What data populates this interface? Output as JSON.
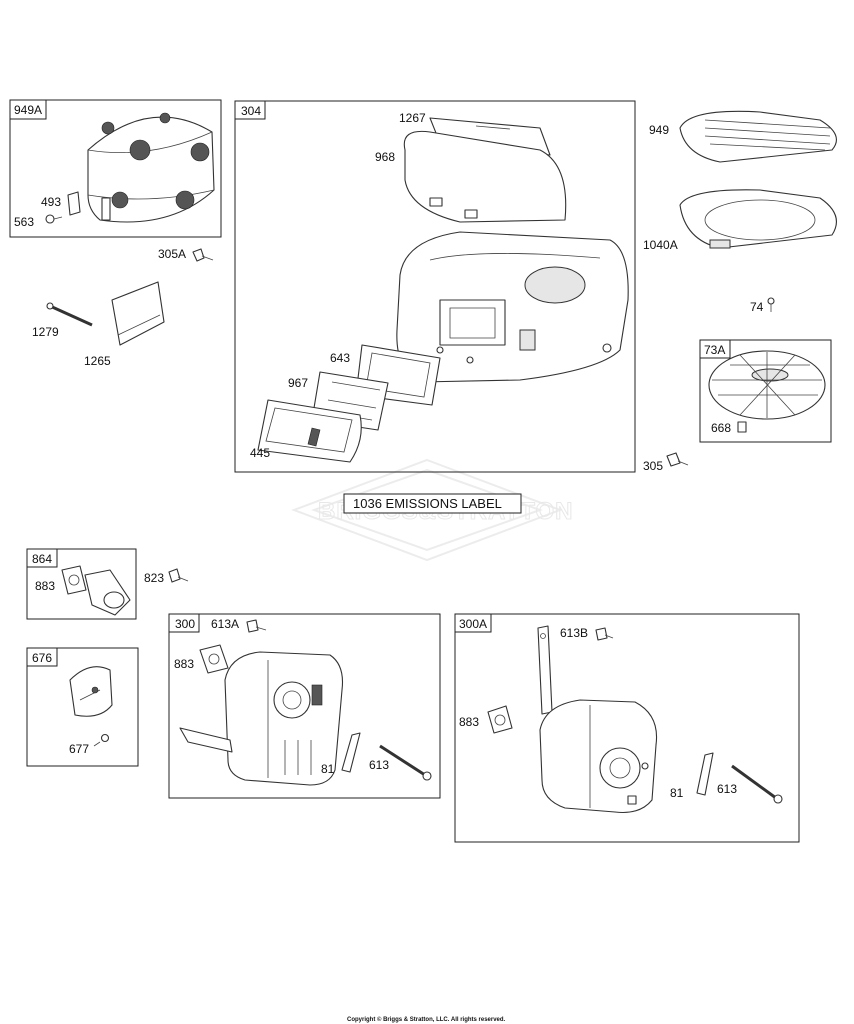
{
  "groups": {
    "g949A": "949A",
    "g304": "304",
    "g73A": "73A",
    "g864": "864",
    "g676": "676",
    "g300": "300",
    "g300A": "300A"
  },
  "parts": {
    "p493": "493",
    "p563": "563",
    "p305A": "305A",
    "p1279": "1279",
    "p1265": "1265",
    "p1267": "1267",
    "p968": "968",
    "p643": "643",
    "p967": "967",
    "p445": "445",
    "p949": "949",
    "p1040A": "1040A",
    "p74": "74",
    "p668": "668",
    "p305": "305",
    "p883a": "883",
    "p823": "823",
    "p677": "677",
    "p613A": "613A",
    "p883b": "883",
    "p81a": "81",
    "p613a": "613",
    "p613B": "613B",
    "p883c": "883",
    "p81b": "81",
    "p613b": "613"
  },
  "emissions_label": "1036 EMISSIONS LABEL",
  "watermark": "BRIGGS&STRATTON",
  "copyright": "Copyright © Briggs & Stratton, LLC. All rights reserved."
}
